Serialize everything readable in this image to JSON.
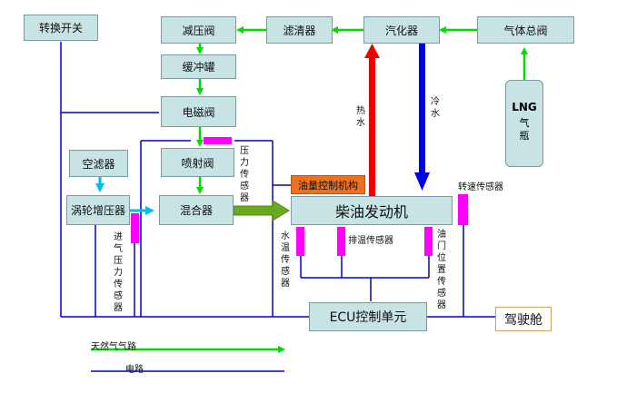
{
  "boxes": {
    "switch": "转换开关",
    "pressure_reducer": "减压阀",
    "filter": "滤清器",
    "vaporizer": "汽化器",
    "gas_main_valve": "气体总阀",
    "buffer_tank": "缓冲罐",
    "solenoid_valve": "电磁阀",
    "air_filter": "空滤器",
    "injector_valve": "喷射阀",
    "turbocharger": "涡轮增压器",
    "mixer": "混合器",
    "oil_control": "油量控制机构",
    "diesel_engine": "柴油发动机",
    "ecu": "ECU控制单元",
    "cab": "驾驶舱",
    "lng_bottle_title": "LNG",
    "lng_bottle_sub": "气瓶"
  },
  "sensors": {
    "pressure": "压力传感器",
    "intake_pressure": "进气压力传感器",
    "water_temp": "水温传感器",
    "exhaust_temp": "排温传感器",
    "throttle": "油门位置传感器",
    "speed": "转速传感器"
  },
  "flows": {
    "hot_water": "热水",
    "cold_water": "冷水"
  },
  "legend": {
    "gas_path": "天然气气路",
    "circuit": "电路"
  },
  "colors": {
    "gas": "#00dd00",
    "circuit": "#0000cc",
    "hot": "#ee0000",
    "cold": "#0000ee",
    "sensor": "#ff00ff",
    "air": "#00bbee",
    "box_fill": "#c7e3e3",
    "oil_control_fill": "#f07020"
  }
}
